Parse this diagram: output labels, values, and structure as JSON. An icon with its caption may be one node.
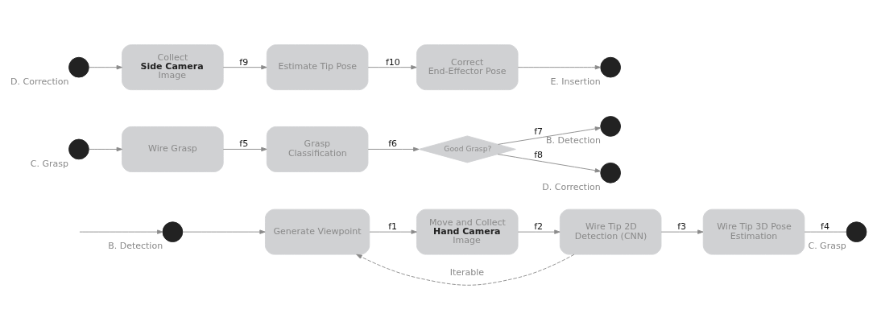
{
  "diagram": {
    "nodes": [
      {
        "text": [],
        "shape": "circle",
        "beside": [
          "B. Detection"
        ]
      },
      {
        "text": [
          "Generate Viewpoint"
        ]
      },
      {
        "text": [
          "Move and Collect **Hand Camera** Image"
        ]
      },
      {
        "text": [
          "Wire Tip 2D Detection (CNN)"
        ]
      },
      {
        "text": [
          "Wire Tip 3D Pose Estimation"
        ]
      },
      {
        "text": [],
        "shape": "circle",
        "beside": [
          "C. Grasp"
        ]
      },
      {
        "text": [],
        "shape": "circle",
        "beside": [
          "C. Grasp"
        ]
      },
      {
        "text": [
          "Wire Grasp"
        ]
      },
      {
        "text": [
          "Grasp Classification"
        ]
      },
      {
        "text": [
          "Good Grasp?"
        ]
      },
      {
        "text": [],
        "shape": "circle",
        "beside": [
          "B. Detection"
        ]
      },
      {
        "text": [],
        "shape": "circle",
        "beside": [
          "D. Correction"
        ]
      },
      {
        "text": [],
        "shape": "circle",
        "beside": [
          "D. Correction"
        ]
      },
      {
        "text": [
          "Collect **Side Camera** Image"
        ]
      },
      {
        "text": [
          "Estimate Tip Pose"
        ]
      },
      {
        "text": [
          "Correct End-Effector Pose"
        ]
      },
      {
        "text": [],
        "shape": "circle",
        "beside": [
          "E. Insertion"
        ]
      }
    ],
    "edges": [
      {
        "from": null,
        "to": 0,
        "arrow": "to"
      },
      {
        "from": 0,
        "to": 1,
        "arrow": "to"
      },
      {
        "from": 1,
        "to": 2,
        "arrow": "to",
        "label": "f1"
      },
      {
        "from": 2,
        "to": 3,
        "arrow": "to",
        "label": "f2"
      },
      {
        "from": 3,
        "to": 4,
        "arrow": "to",
        "label": "f3"
      },
      {
        "from": 4,
        "to": 5,
        "arrow": "none",
        "label": "f4"
      },
      {
        "from": 3,
        "to": 1,
        "arrow": "to",
        "label": "Iterable",
        "style": "dashed"
      },
      {
        "from": 6,
        "to": 7,
        "arrow": "to"
      },
      {
        "from": 7,
        "to": 8,
        "arrow": "to",
        "label": "f5"
      },
      {
        "from": 8,
        "to": 9,
        "arrow": "to",
        "label": "f6"
      },
      {
        "from": 9,
        "to": 10,
        "arrow": "to",
        "label": "f7"
      },
      {
        "from": 9,
        "to": 11,
        "arrow": "to",
        "label": "f8"
      },
      {
        "from": 12,
        "to": 13,
        "arrow": "to"
      },
      {
        "from": 13,
        "to": 14,
        "arrow": "to",
        "label": "f9"
      },
      {
        "from": 14,
        "to": 15,
        "arrow": "to",
        "label": "f10"
      },
      {
        "from": 15,
        "to": 16,
        "arrow": "to"
      }
    ]
  }
}
